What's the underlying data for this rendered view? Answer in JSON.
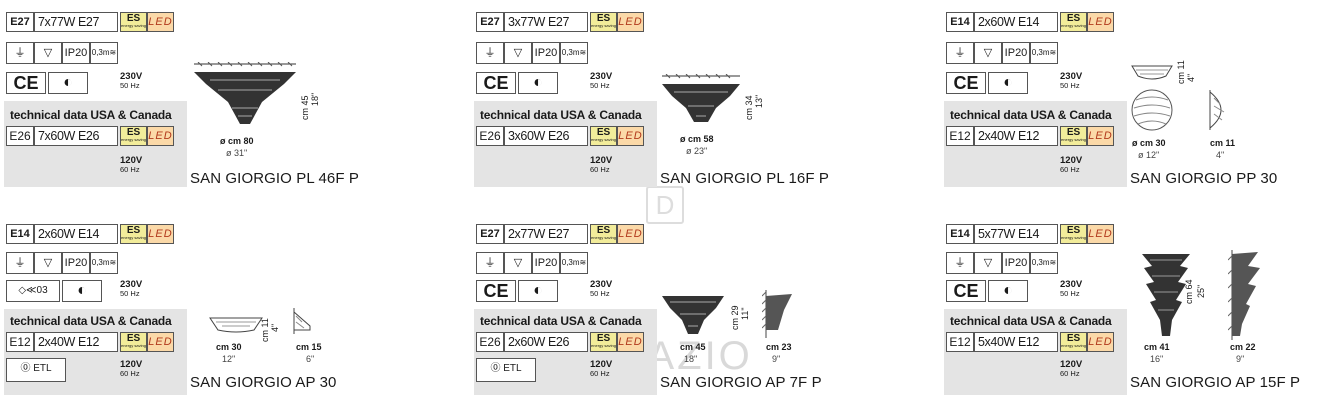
{
  "panels": [
    {
      "socket": "E27",
      "bulbs": "7x77W E27",
      "es": "ES",
      "led": "LED",
      "ip": "IP20",
      "ce": "CE",
      "v230": "230V",
      "hz50": "50 Hz",
      "tech_label": "technical data USA & Canada",
      "socket_us": "E26",
      "bulbs_us": "7x60W E26",
      "v120": "120V",
      "hz60": "60 Hz",
      "product": "SAN GIORGIO PL 46F P",
      "dims": {
        "dia": "ø cm 80",
        "dia_in": "ø 31\"",
        "h": "cm 45",
        "h_in": "18\""
      }
    },
    {
      "socket": "E27",
      "bulbs": "3x77W E27",
      "es": "ES",
      "led": "LED",
      "ip": "IP20",
      "ce": "CE",
      "v230": "230V",
      "hz50": "50 Hz",
      "tech_label": "technical data USA & Canada",
      "socket_us": "E26",
      "bulbs_us": "3x60W E26",
      "v120": "120V",
      "hz60": "60 Hz",
      "product": "SAN GIORGIO PL 16F P",
      "dims": {
        "dia": "ø cm 58",
        "dia_in": "ø 23\"",
        "h": "cm 34",
        "h_in": "13\""
      }
    },
    {
      "socket": "E14",
      "bulbs": "2x60W E14",
      "es": "ES",
      "led": "LED",
      "ip": "IP20",
      "ce": "CE",
      "v230": "230V",
      "hz50": "50 Hz",
      "tech_label": "technical data USA & Canada",
      "socket_us": "E12",
      "bulbs_us": "2x40W E12",
      "v120": "120V",
      "hz60": "60 Hz",
      "product": "SAN GIORGIO PP 30",
      "dims": {
        "dia": "ø cm 30",
        "dia_in": "ø 12\"",
        "h": "cm 11",
        "h_in": "4\"",
        "w": "cm 11",
        "w_in": "4\""
      }
    },
    {
      "socket": "E14",
      "bulbs": "2x60W E14",
      "es": "ES",
      "led": "LED",
      "ip": "IP20",
      "ce": "",
      "v230": "230V",
      "hz50": "50 Hz",
      "tech_label": "technical data USA & Canada",
      "socket_us": "E12",
      "bulbs_us": "2x40W E12",
      "v120": "120V",
      "hz60": "60 Hz",
      "etl": "ETL",
      "product": "SAN GIORGIO AP 30",
      "dims": {
        "w": "cm 30",
        "w_in": "12\"",
        "h": "cm 11",
        "h_in": "4\"",
        "d": "cm 15",
        "d_in": "6\""
      }
    },
    {
      "socket": "E27",
      "bulbs": "2x77W E27",
      "es": "ES",
      "led": "LED",
      "ip": "IP20",
      "ce": "CE",
      "v230": "230V",
      "hz50": "50 Hz",
      "tech_label": "technical data USA & Canada",
      "socket_us": "E26",
      "bulbs_us": "2x60W E26",
      "v120": "120V",
      "hz60": "60 Hz",
      "etl": "ETL",
      "product": "SAN GIORGIO AP 7F P",
      "dims": {
        "w": "cm 45",
        "w_in": "18\"",
        "h": "cm 29",
        "h_in": "11\"",
        "d": "cm 23",
        "d_in": "9\""
      }
    },
    {
      "socket": "E14",
      "bulbs": "5x77W E14",
      "es": "ES",
      "led": "LED",
      "ip": "IP20",
      "ce": "CE",
      "v230": "230V",
      "hz50": "50 Hz",
      "tech_label": "technical data USA & Canada",
      "socket_us": "E12",
      "bulbs_us": "5x40W E12",
      "v120": "120V",
      "hz60": "60 Hz",
      "product": "SAN GIORGIO AP 15F P",
      "dims": {
        "w": "cm 41",
        "w_in": "16\"",
        "h": "cm 64",
        "h_in": "25\"",
        "d": "cm 22",
        "d_in": "9\""
      }
    }
  ],
  "watermark": "DECORAZIO",
  "logo_letter": "D"
}
